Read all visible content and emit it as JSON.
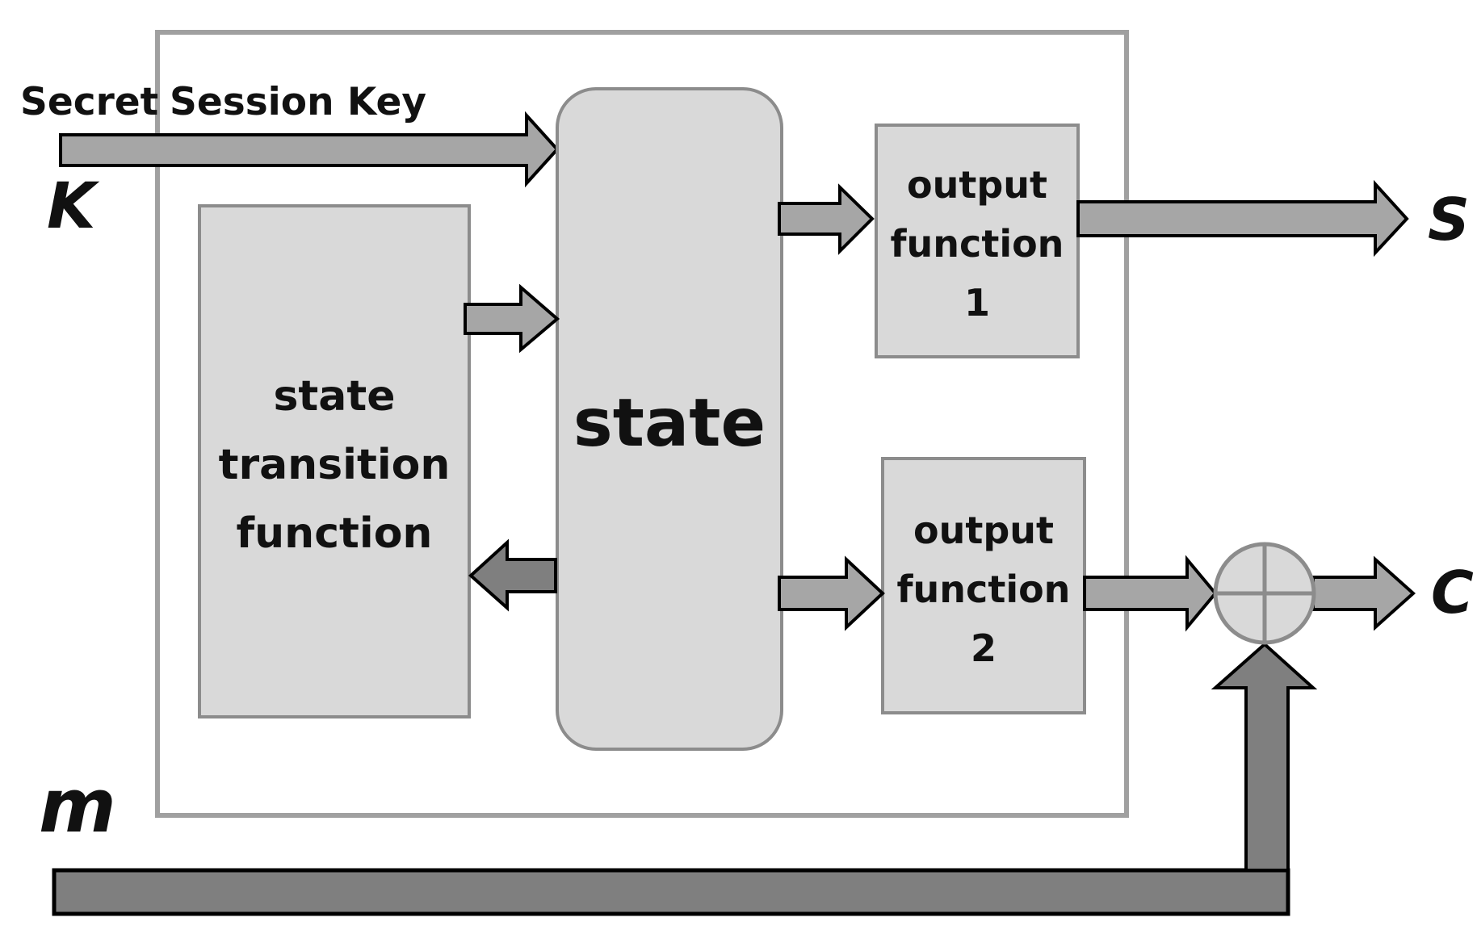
{
  "labels": {
    "secret": "Secret",
    "session_key": "Session Key",
    "k": "K",
    "s": "S",
    "c": "C",
    "m": "m"
  },
  "blocks": {
    "state": "state",
    "state_transition": [
      "state",
      "transition",
      "function"
    ],
    "output_function_1": [
      "output",
      "function",
      "1"
    ],
    "output_function_2": [
      "output",
      "function",
      "2"
    ]
  },
  "colors": {
    "box_fill": "#d9d9d9",
    "box_stroke": "#8c8c8c",
    "arrow_light": "#a6a6a6",
    "arrow_dark": "#7f7f7f"
  }
}
